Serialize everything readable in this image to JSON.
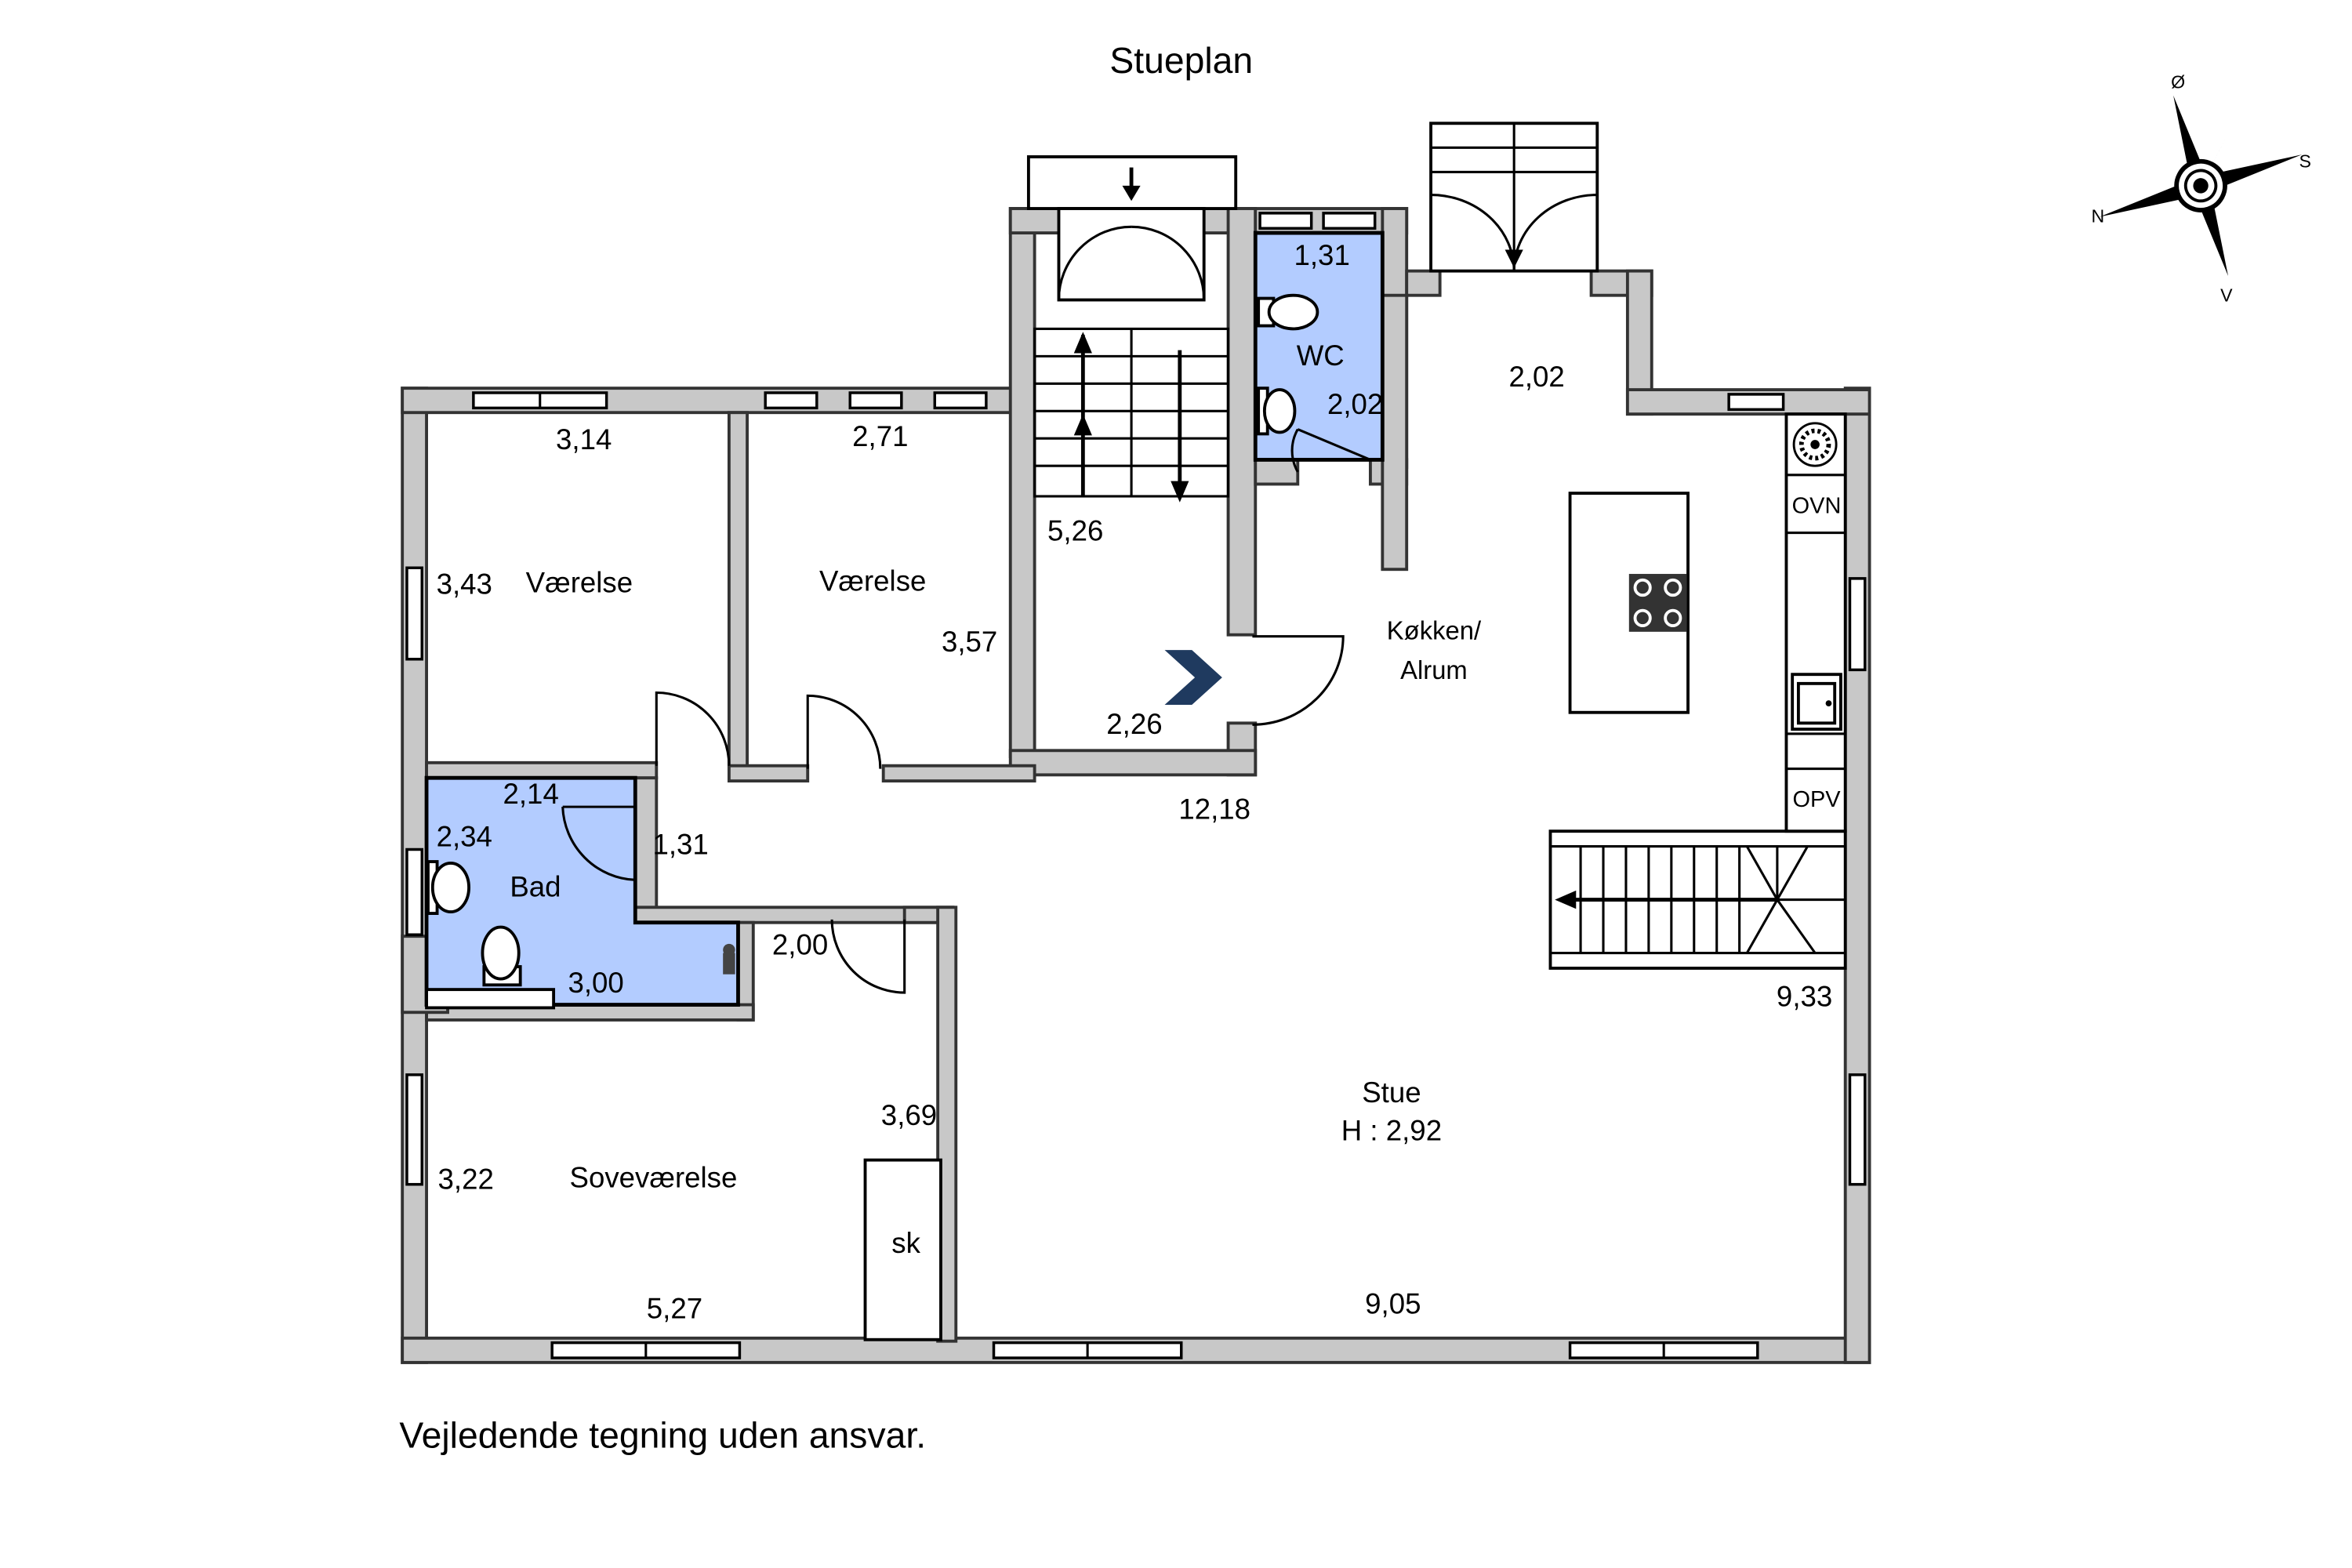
{
  "title": "Stueplan",
  "disclaimer": "Vejledende tegning uden ansvar.",
  "compass": {
    "north": "N",
    "east": "Ø",
    "south": "S",
    "west": "V"
  },
  "colors": {
    "wet_room": "#b3ccff",
    "wall": "#c8c8c8",
    "entry_arrow": "#1f3a5f"
  },
  "rooms": {
    "vaerelse1": {
      "name": "Værelse",
      "dim_top": "3,14",
      "dim_side": "3,43"
    },
    "vaerelse2": {
      "name": "Værelse",
      "dim_top": "2,71",
      "dim_side": "3,57"
    },
    "hall": {
      "dim_stair": "5,26",
      "dim_bottom": "2,26"
    },
    "wc": {
      "name": "WC",
      "dim_top": "1,31",
      "dim_side": "2,02"
    },
    "kitchen": {
      "name_line1": "Køkken/",
      "name_line2": "Alrum",
      "dim_top": "2,02",
      "oven": "OVN",
      "dishwasher": "OPV"
    },
    "bad": {
      "name": "Bad",
      "dim_top": "2,14",
      "dim_side": "2,34",
      "dim_bottom": "3,00"
    },
    "corridor": {
      "dim_a": "1,31",
      "dim_b": "2,00",
      "dim_c": "12,18"
    },
    "stue": {
      "name": "Stue",
      "height": "H : 2,92",
      "dim_side": "9,33",
      "dim_bottom": "9,05"
    },
    "sovevaerelse": {
      "name": "Soveværelse",
      "dim_side": "3,22",
      "dim_right": "3,69",
      "dim_bottom": "5,27",
      "closet": "sk"
    }
  }
}
